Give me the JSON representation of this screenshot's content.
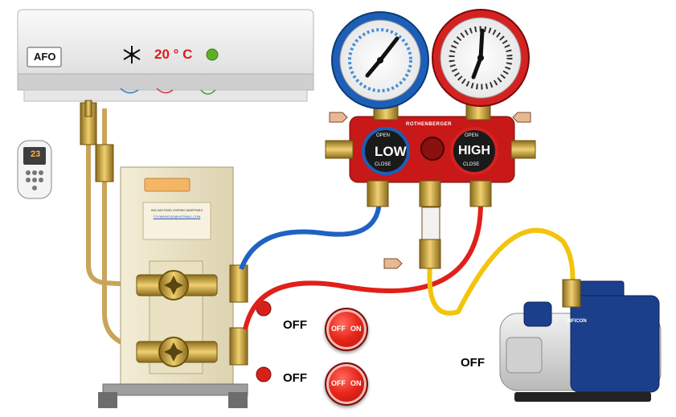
{
  "ac_unit": {
    "brand": "AFO",
    "temperature": "20 ° C",
    "temperature_color": "#d91c1c",
    "indicator_color": "#5fae2a",
    "icon": "snowflake-icon"
  },
  "manifold": {
    "brand": "ROTHENBERGER",
    "low_label": "LOW",
    "high_label": "HIGH",
    "open_label": "OPEN",
    "close_label": "CLOSE",
    "low_color": "#1d5fb8",
    "high_color": "#d42222"
  },
  "outdoor_unit": {
    "plate_line1": "ING ANTONIO OSPINO MARTINEZ",
    "plate_line2": "TOYMANICAS@HOTMAIL.COM"
  },
  "valves": {
    "upper_state": "OFF",
    "lower_state": "OFF"
  },
  "switches": {
    "off_text": "OFF",
    "on_text": "ON"
  },
  "vacuum_pump": {
    "state": "OFF",
    "brand": "INFICON",
    "body_color": "#1c3f8c"
  },
  "hoses": {
    "blue": "#1f62c4",
    "red": "#e0201a",
    "yellow": "#f2c40c"
  },
  "remote": {
    "display": "23"
  }
}
